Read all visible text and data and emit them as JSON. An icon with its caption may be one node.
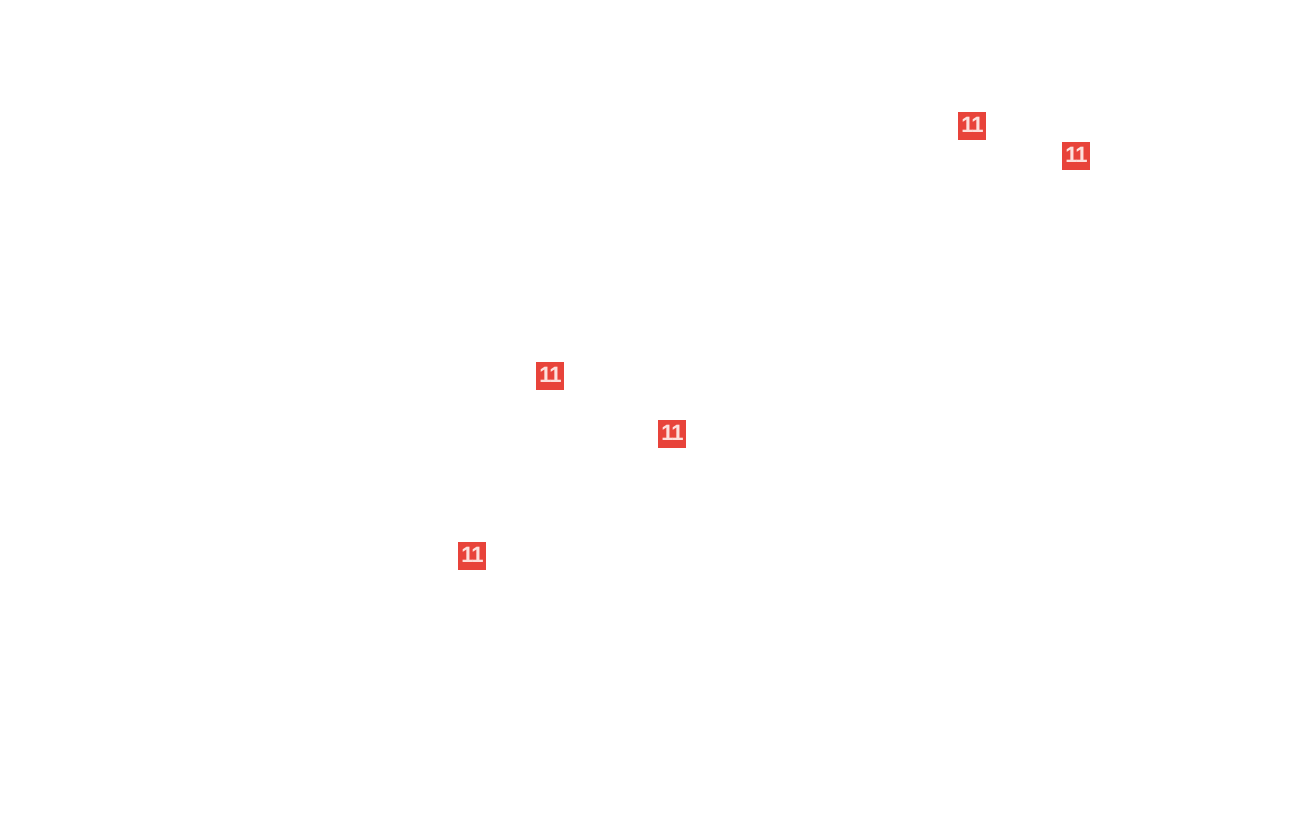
{
  "diagram": {
    "labels": [
      "11",
      "11",
      "11",
      "11",
      "11"
    ]
  }
}
